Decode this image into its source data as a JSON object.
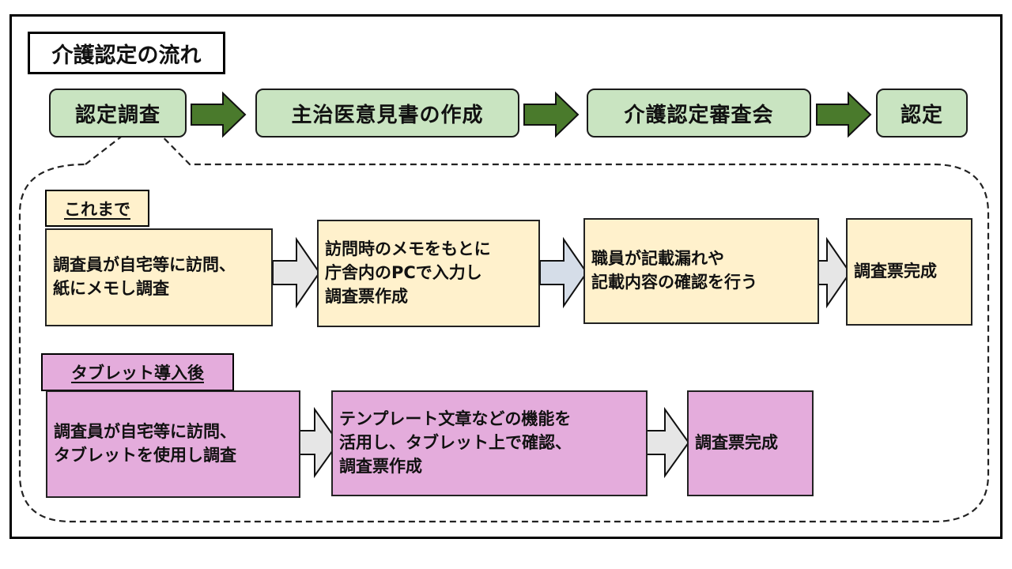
{
  "title": "介護認定の流れ",
  "steps": [
    "認定調査",
    "主治医意見書の作成",
    "介護認定審査会",
    "認定"
  ],
  "before": {
    "label": "これまで",
    "boxes": [
      "調査員が自宅等に訪問、\n紙にメモし調査",
      "訪問時のメモをもとに\n庁舎内のPCで入力し\n調査票作成",
      "職員が記載漏れや\n記載内容の確認を行う",
      "調査票完成"
    ]
  },
  "after": {
    "label": "タブレット導入後",
    "boxes": [
      "調査員が自宅等に訪問、\nタブレットを使用し調査",
      "テンプレート文章などの機能を\n活用し、タブレット上で確認、\n調査票作成",
      "調査票完成"
    ]
  },
  "colors": {
    "step_fill": "#c9e4c1",
    "step_arrow": "#4a7a2c",
    "before_fill": "#fff1cc",
    "after_fill": "#e4acdc",
    "gray_arrow": "#e6e6e6",
    "blue_arrow": "#d5dde8"
  }
}
